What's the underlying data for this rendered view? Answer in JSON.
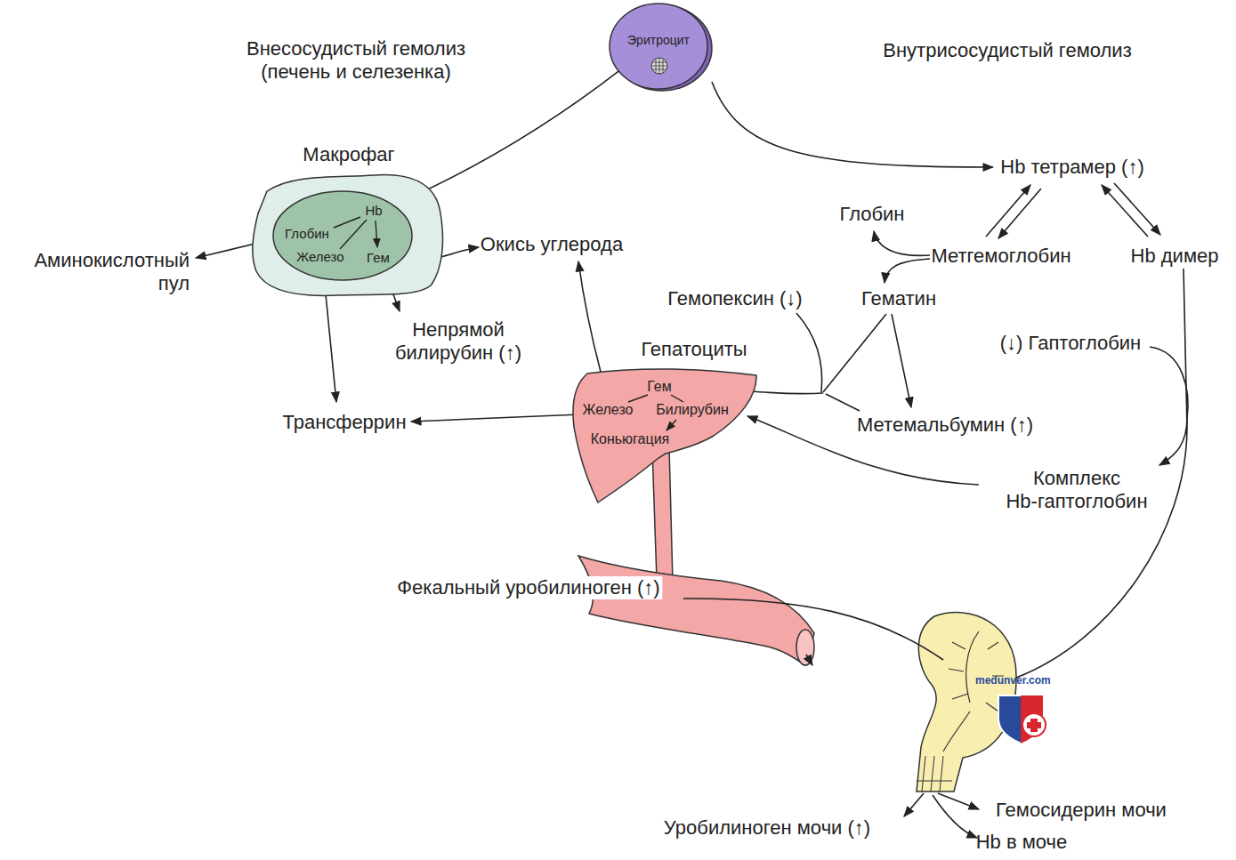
{
  "diagram": {
    "nodes": [
      {
        "text": [
          "Эритроцит"
        ]
      },
      {
        "text": [
          "Макрофаг"
        ]
      },
      {
        "text": [
          "Hb",
          "Глобин",
          "Железо",
          "Гем"
        ],
        "in": 1
      },
      {
        "text": [
          "Гепатоциты",
          "Гем",
          "Железо",
          "Билирубин",
          "Коньюгация"
        ]
      }
    ],
    "edges": [
      {
        "from": 0,
        "to": 2,
        "arrow": "to"
      }
    ],
    "labels": [
      "Внесосудистый гемолиз (печень и селезенка)",
      "Внутрисосудистый гемолиз",
      "Hb тетрамер (↑)",
      "Глобин",
      "Метгемоглобин",
      "Hb димер",
      "Гематин",
      "Гемопексин (↓)",
      "(↓) Гаптоглобин",
      "Метемальбумин (↑)",
      "Комплекс Hb-гаптоглобин",
      "Аминокислотный пул",
      "Окись углерода",
      "Непрямой билирубин (↑)",
      "Трансферрин",
      "Фекальный уробилиноген (↑)",
      "Уробилиноген мочи (↑)",
      "Гемосидерин мочи",
      "Hb в моче",
      "medunver.com"
    ]
  }
}
